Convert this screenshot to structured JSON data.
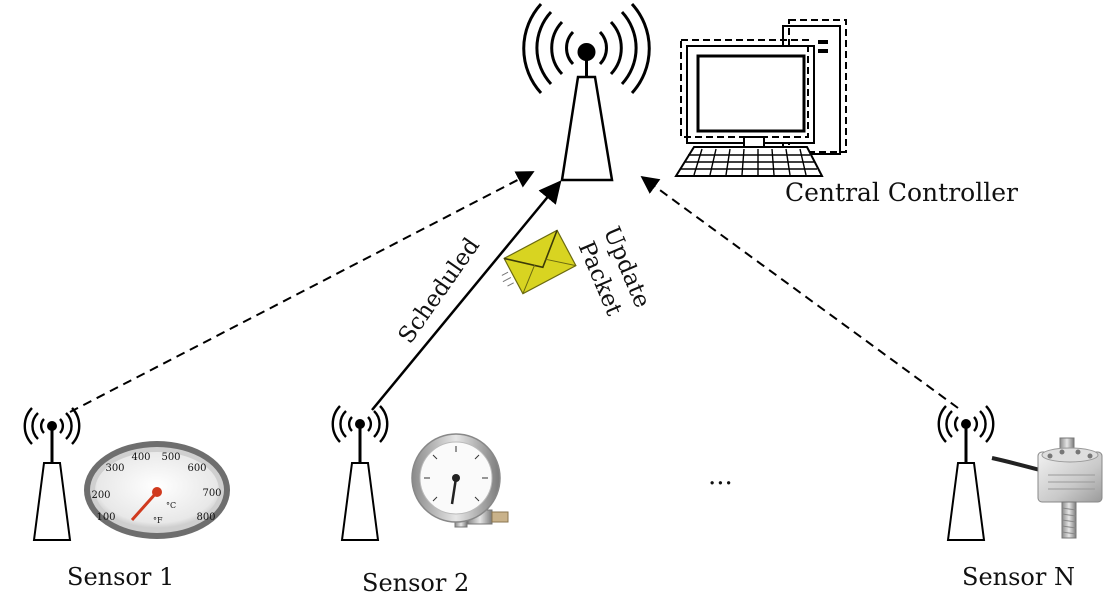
{
  "nodes": {
    "central_controller": {
      "label": "Central Controller"
    },
    "sensor_1": {
      "label": "Sensor 1"
    },
    "sensor_2": {
      "label": "Sensor 2"
    },
    "sensor_n": {
      "label": "Sensor N"
    }
  },
  "edges": {
    "scheduled": {
      "label": "Scheduled",
      "style": "solid"
    },
    "sensor_1_link": {
      "style": "dashed"
    },
    "sensor_n_link": {
      "style": "dashed"
    }
  },
  "packet": {
    "label_line1": "Update",
    "label_line2": "Packet",
    "color": "#d8d421"
  },
  "ellipsis": "...",
  "thermometer": {
    "scale_outer": [
      "100",
      "200",
      "300",
      "400",
      "500",
      "600",
      "700",
      "800"
    ],
    "unit_c": "°C",
    "unit_f": "°F",
    "needle_color": "#d03a1e"
  }
}
